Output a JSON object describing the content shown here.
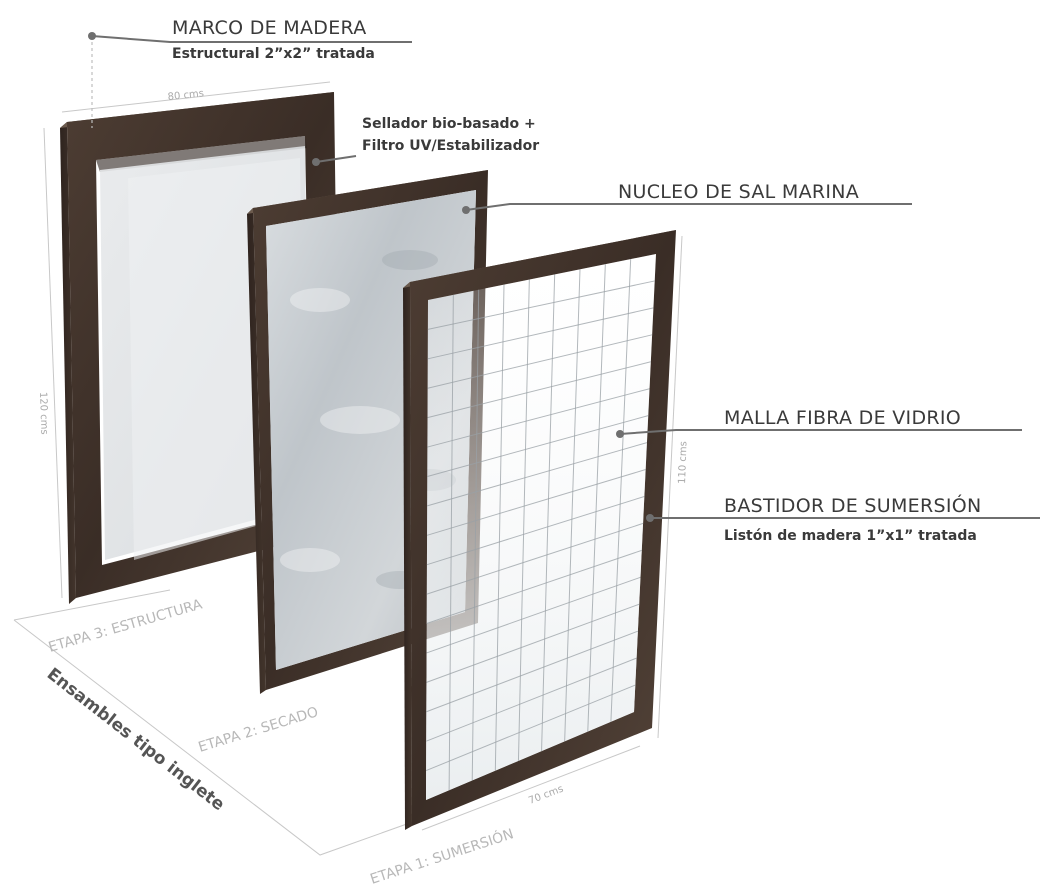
{
  "labels": {
    "marco_title": "MARCO DE MADERA",
    "marco_sub": "Estructural 2”x2” tratada",
    "sellador_line1": "Sellador bio-basado +",
    "sellador_line2": "Filtro UV/Estabilizador",
    "nucleo_title": "NUCLEO DE SAL MARINA",
    "malla_title": "MALLA FIBRA DE VIDRIO",
    "bastidor_title": "BASTIDOR DE SUMERSIÓN",
    "bastidor_sub": "Listón de madera 1”x1” tratada"
  },
  "dimensions": {
    "width_back": "80 cms",
    "height_back": "120 cms",
    "height_front": "110 cms",
    "width_front": "70 cms"
  },
  "stages": {
    "etapa3": "ETAPA 3: ESTRUCTURA",
    "etapa2": "ETAPA 2: SECADO",
    "etapa1": "ETAPA 1: SUMERSIÓN",
    "ensambles": "Ensambles tipo inglete"
  },
  "colors": {
    "wood_dark": "#3b2e27",
    "wood_mid": "#55453a",
    "salt": "#c9ced2",
    "leader": "#6f6f6f"
  }
}
